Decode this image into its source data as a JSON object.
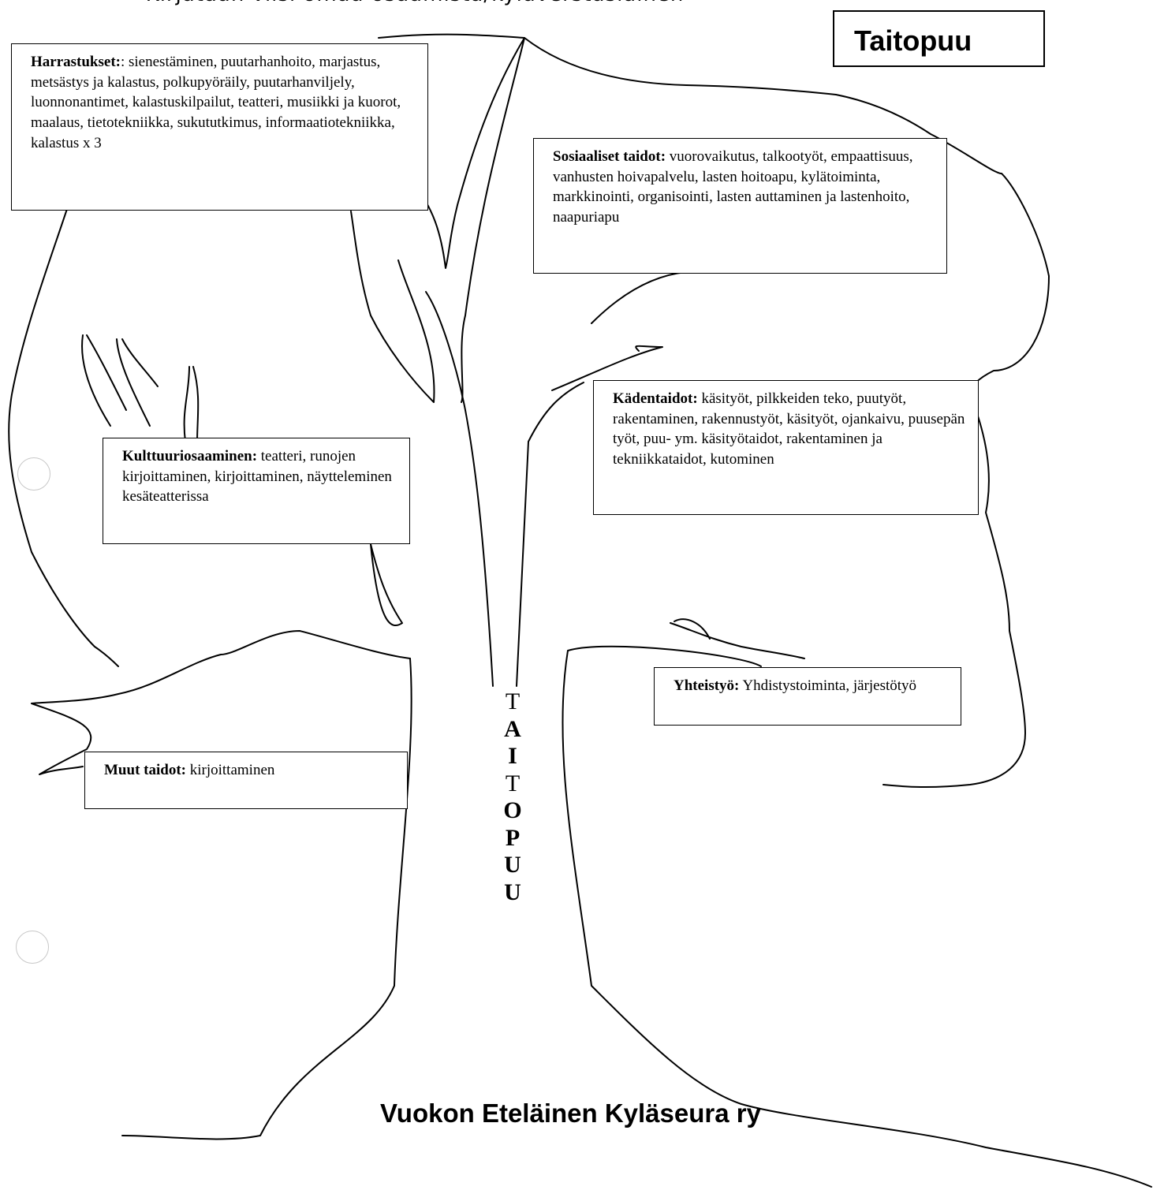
{
  "header": {
    "top_line": "-      Kirjataan viisi omaa osaamista/kyläverstaslainen",
    "title": "Taitopuu"
  },
  "boxes": {
    "harrastukset": {
      "heading": "Harrastukset:",
      "text": ": sienestäminen, puutarhanhoito, marjastus, metsästys ja kalastus, polkupyöräily, puutarhanviljely, luonnonantimet, kalastuskilpailut, teatteri, musiikki ja kuorot, maalaus, tietotekniikka, sukututkimus, informaatiotekniikka, kalastus x 3"
    },
    "sosiaaliset": {
      "heading": "Sosiaaliset taidot:",
      "text": "vuorovaikutus, talkootyöt, empaattisuus, vanhusten hoivapalvelu, lasten hoitoapu, kylätoiminta, markkinointi, organisointi,  lasten auttaminen ja lastenhoito, naapuriapu"
    },
    "kadentaidot": {
      "heading": "Kädentaidot:",
      "text": "käsityöt, pilkkeiden teko, puutyöt, rakentaminen, rakennustyöt, käsityöt, ojankaivu,  puusepän työt, puu- ym. käsityötaidot, rakentaminen  ja tekniikkataidot, kutominen"
    },
    "kulttuuri": {
      "heading": "Kulttuuriosaaminen:",
      "text": "teatteri, runojen kirjoittaminen, kirjoittaminen, näytteleminen kesäteatterissa"
    },
    "yhteistyo": {
      "heading": "Yhteistyö:",
      "text": "Yhdistystoiminta, järjestötyö"
    },
    "muut": {
      "heading": "Muut taidot:",
      "text": "kirjoittaminen"
    }
  },
  "trunk_letters": [
    "T",
    "A",
    "I",
    "T",
    "O",
    "P",
    "U",
    "U"
  ],
  "footer": "Vuokon Eteläinen Kyläseura ry"
}
